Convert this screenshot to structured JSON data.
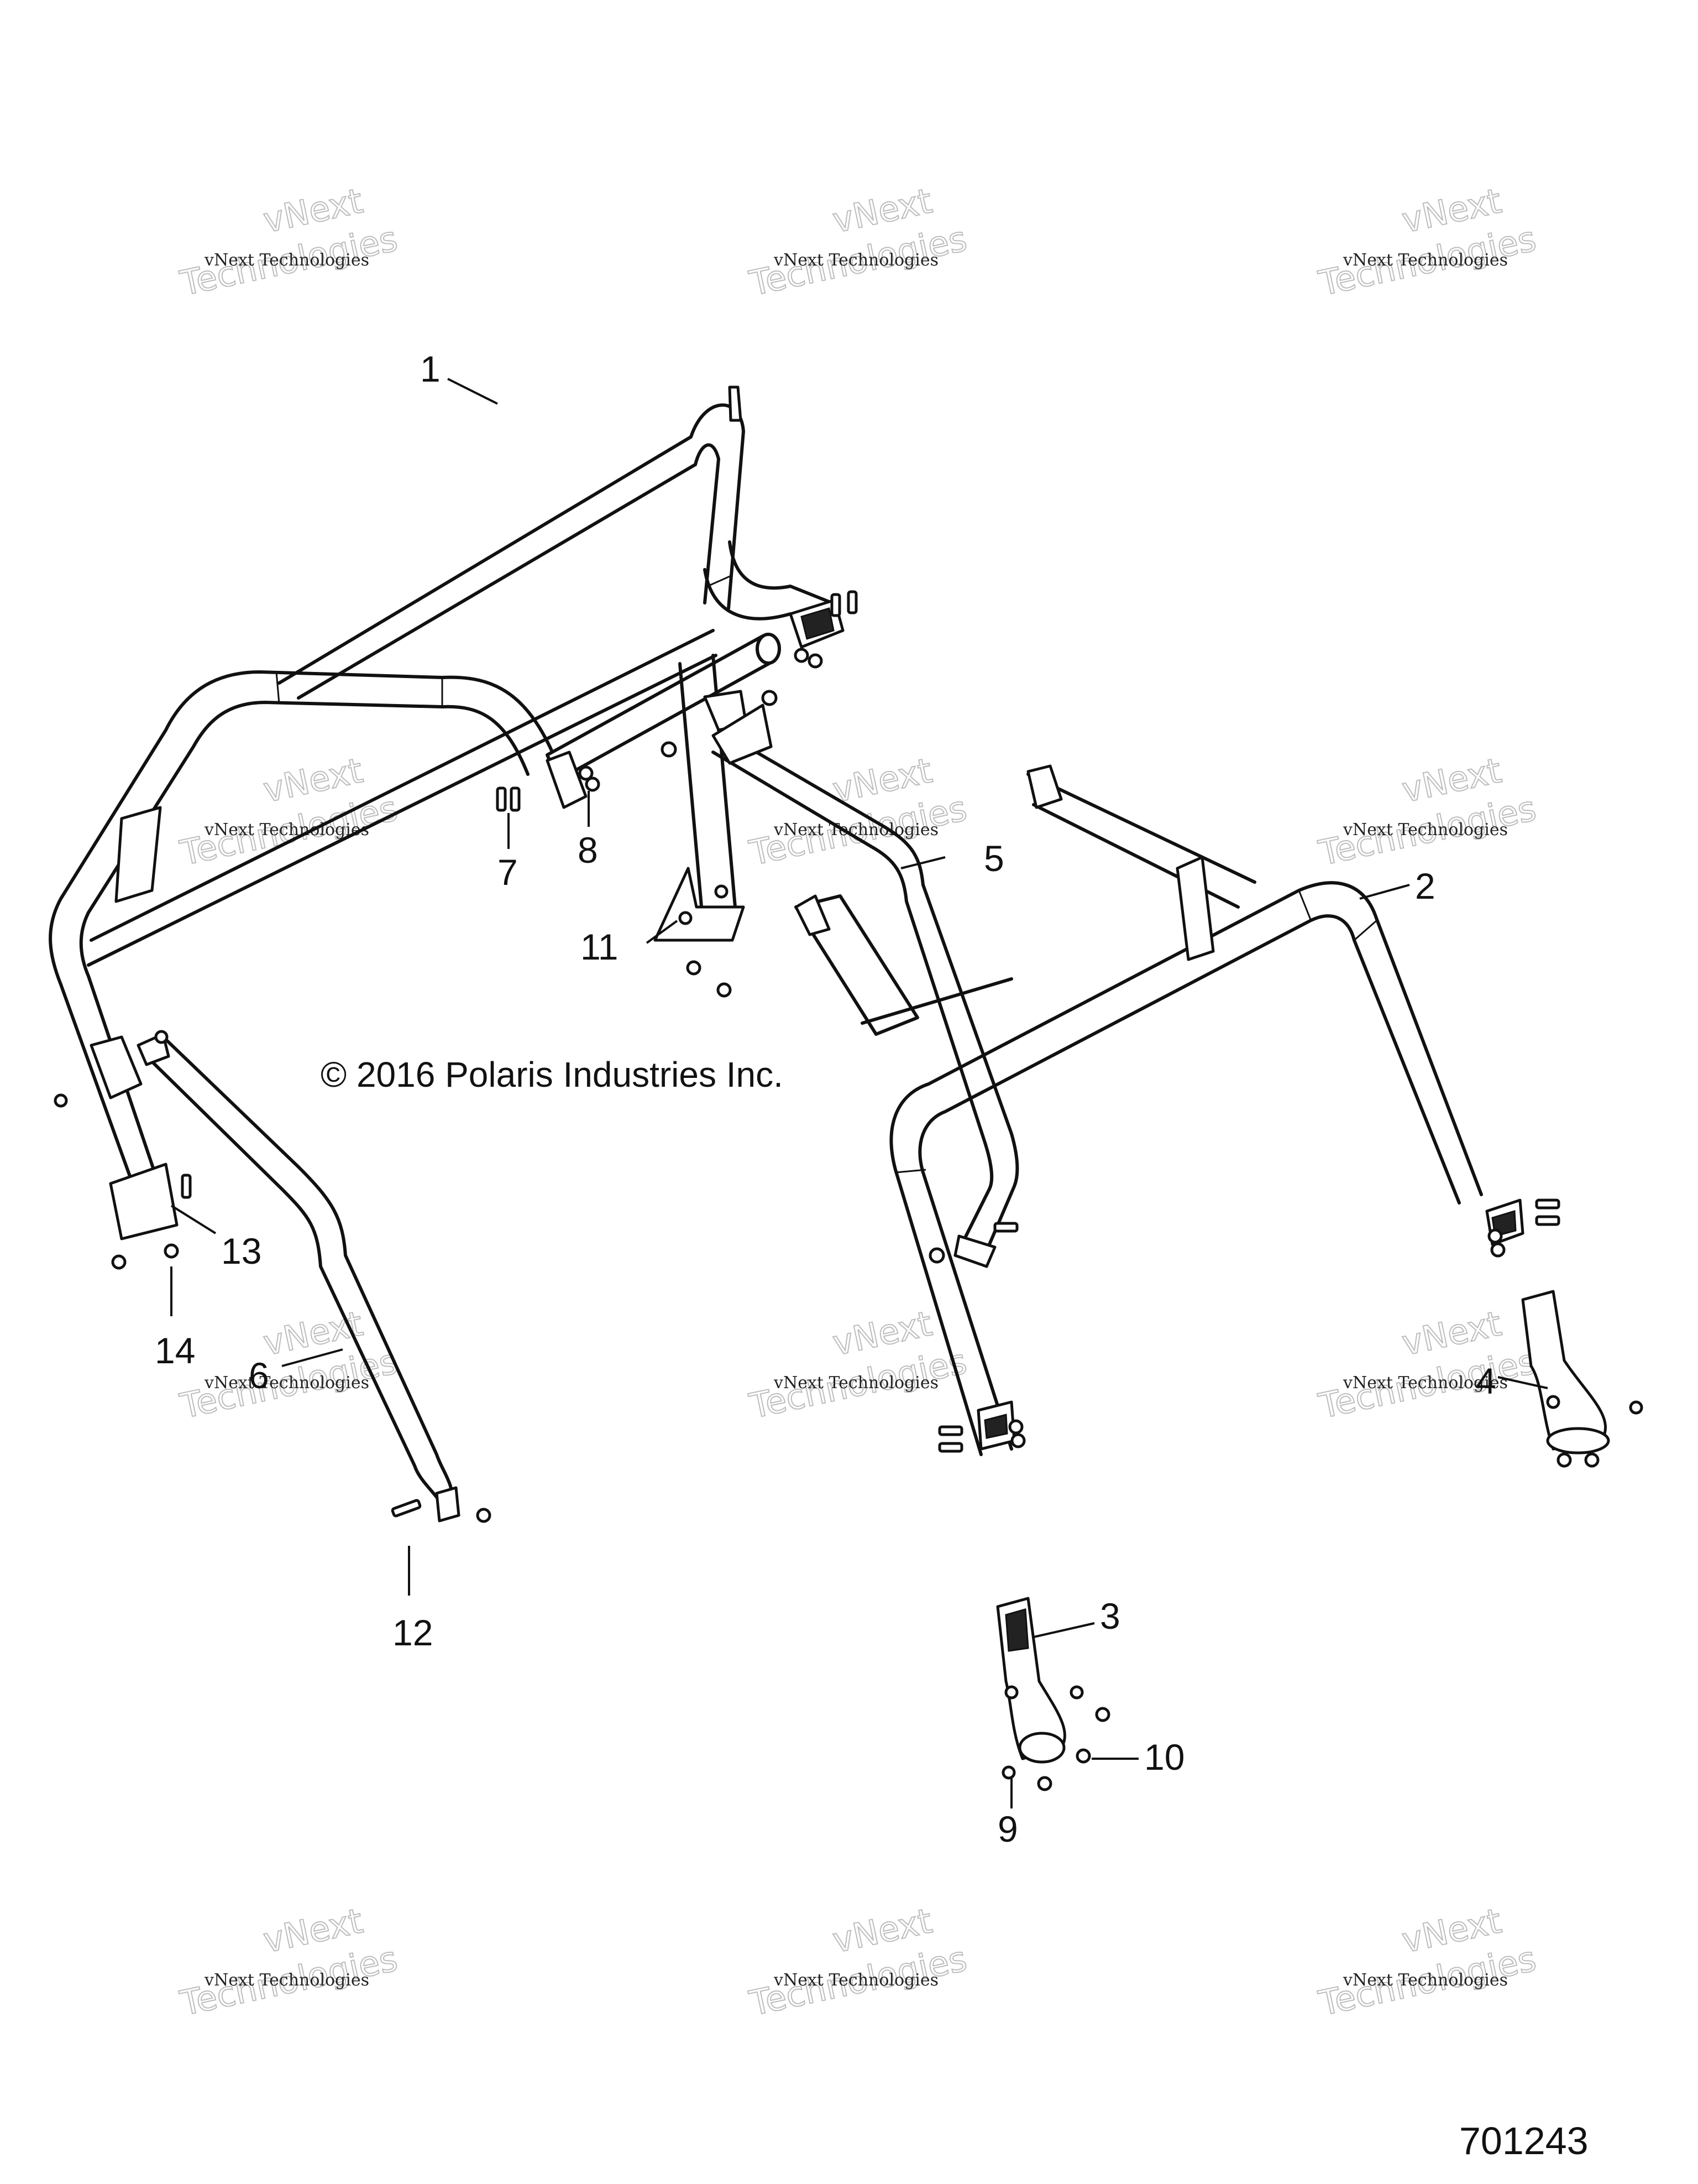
{
  "copyright": "© 2016 Polaris Industries Inc.",
  "document_number": "701243",
  "watermark": {
    "top": "vNext",
    "line": "vNext Technologies",
    "bottom": "Technologies"
  },
  "callouts": [
    {
      "id": "1",
      "label": "1"
    },
    {
      "id": "2",
      "label": "2"
    },
    {
      "id": "3",
      "label": "3"
    },
    {
      "id": "4",
      "label": "4"
    },
    {
      "id": "5",
      "label": "5"
    },
    {
      "id": "6",
      "label": "6"
    },
    {
      "id": "7",
      "label": "7"
    },
    {
      "id": "8",
      "label": "8"
    },
    {
      "id": "9",
      "label": "9"
    },
    {
      "id": "10",
      "label": "10"
    },
    {
      "id": "11",
      "label": "11"
    },
    {
      "id": "12",
      "label": "12"
    },
    {
      "id": "13",
      "label": "13"
    },
    {
      "id": "14",
      "label": "14"
    }
  ]
}
